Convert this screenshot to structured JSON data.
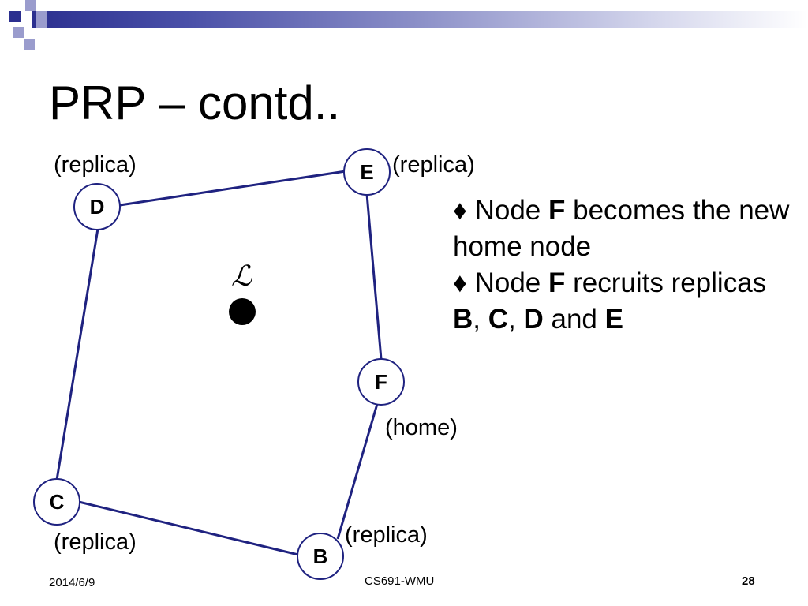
{
  "title": "PRP – contd..",
  "colors": {
    "accent_dark": "#2b2f8f",
    "accent_light": "#9a9ccd",
    "edge": "#1f2280",
    "node_border": "#1f2280"
  },
  "diagram": {
    "nodes": {
      "D": "D",
      "E": "E",
      "F": "F",
      "C": "C",
      "B": "B"
    },
    "annotations": {
      "d": "(replica)",
      "e": "(replica)",
      "f": "(home)",
      "c": "(replica)",
      "b": "(replica)"
    },
    "location_symbol": "ℒ"
  },
  "bullets": [
    {
      "marker": "♦",
      "pre": " Node ",
      "bold": "F",
      "post": " becomes the new home node"
    },
    {
      "marker": "♦",
      "pre": " Node ",
      "bold": "F",
      "post": " recruits replicas ",
      "r1": "B",
      "s1": ", ",
      "r2": "C",
      "s2": ", ",
      "r3": "D",
      "s3": " and ",
      "r4": "E"
    }
  ],
  "footer": {
    "date": "2014/6/9",
    "course": "CS691-WMU",
    "page": "28"
  }
}
